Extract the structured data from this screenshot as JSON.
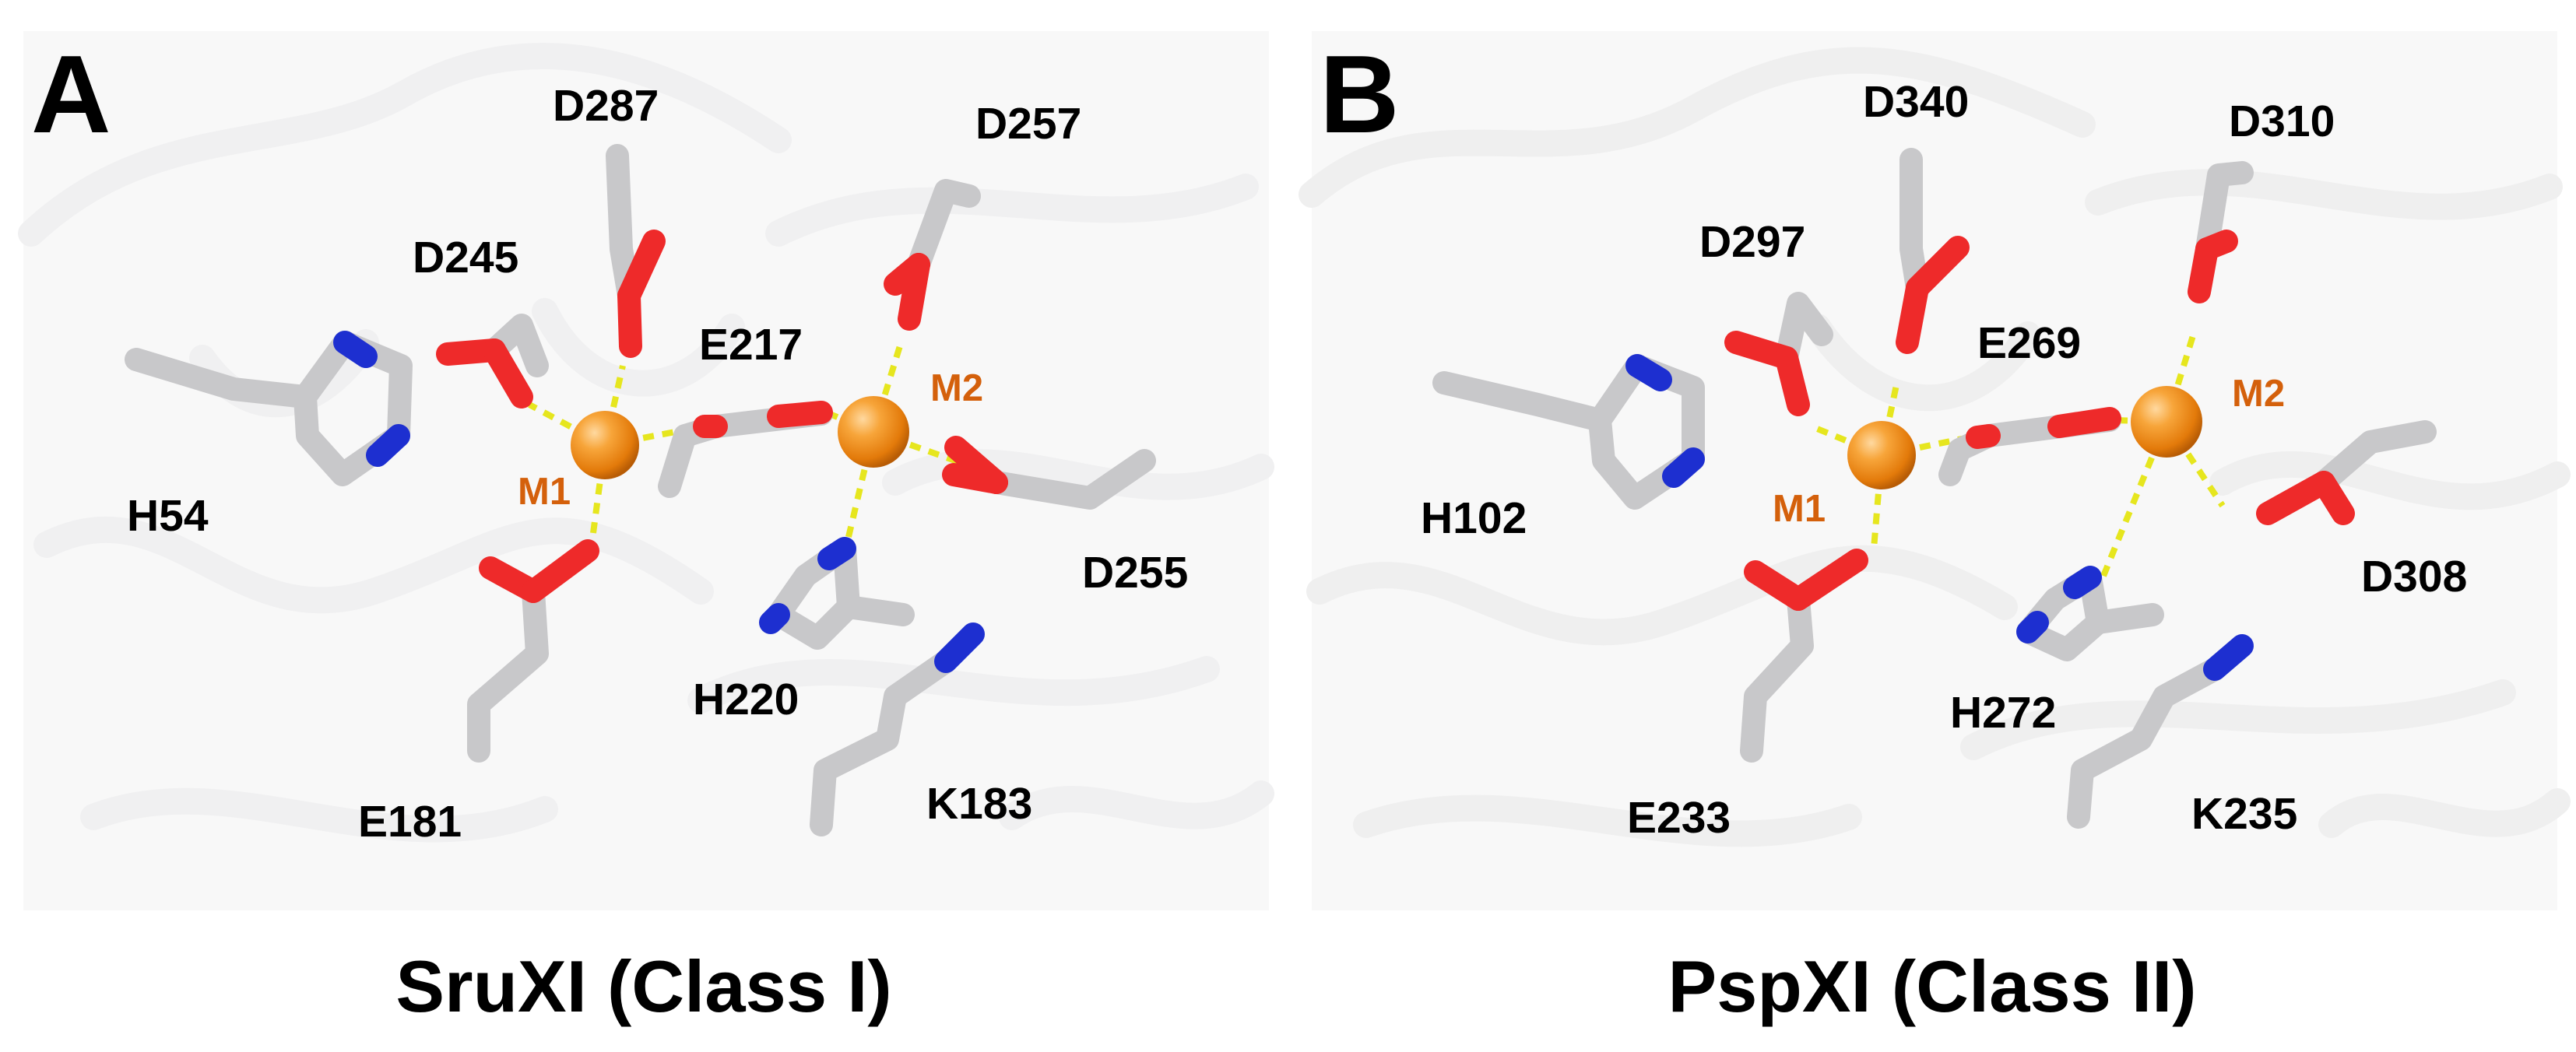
{
  "colors": {
    "carbon": "#c8c8ca",
    "oxygen": "#ee2a2a",
    "nitrogen": "#1d2fd0",
    "metal": "#f28a10",
    "metal_label": "#d4600b",
    "coordination": "#e6e61e",
    "ribbon": "#eeeeef"
  },
  "panels": [
    {
      "letter": "A",
      "caption": "SruXI (Class I)",
      "metals": [
        "M1",
        "M2"
      ],
      "residues": [
        "D287",
        "D257",
        "D245",
        "E217",
        "H54",
        "D255",
        "H220",
        "E181",
        "K183"
      ]
    },
    {
      "letter": "B",
      "caption": "PspXI (Class II)",
      "metals": [
        "M1",
        "M2"
      ],
      "residues": [
        "D340",
        "D310",
        "D297",
        "E269",
        "H102",
        "D308",
        "H272",
        "E233",
        "K235"
      ]
    }
  ]
}
